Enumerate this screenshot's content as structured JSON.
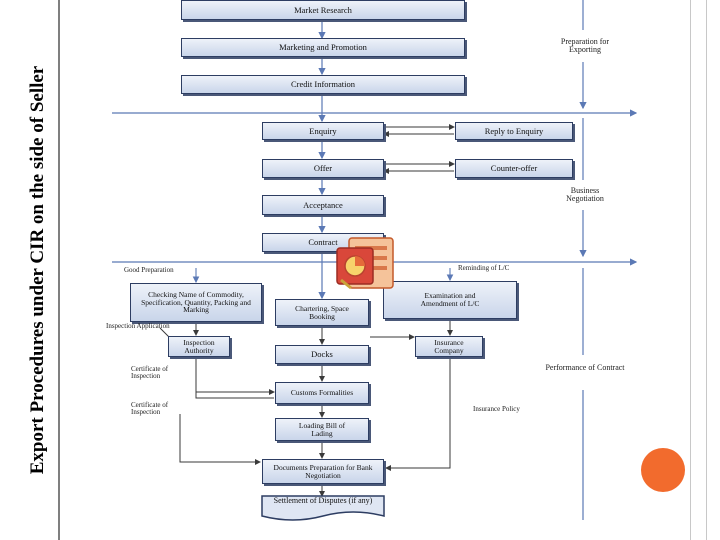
{
  "side_title": "Export Procedures under CIR on the side of Seller",
  "boxes": {
    "market_research": "Market Research",
    "marketing_promotion": "Marketing and Promotion",
    "credit_information": "Credit Information",
    "enquiry": "Enquiry",
    "reply_to_enquiry": "Reply to Enquiry",
    "offer": "Offer",
    "counter_offer": "Counter-offer",
    "acceptance": "Acceptance",
    "contract": "Contract",
    "checking_name": "Checking Name of Commodity, Specification, Quantity, Packing and Marking",
    "chartering": "Chartering, Space Booking",
    "examination_lc": "Examination and Amendment of L/C",
    "inspection_authority": "Inspection Authority",
    "docks": "Docks",
    "insurance_company": "Insurance Company",
    "customs": "Customs Formalities",
    "loading": "Loading Bill of Lading",
    "documents_prep": "Documents Preparation for Bank Negotiation",
    "settlement": "Settlement of Disputes (if any)"
  },
  "labels": {
    "preparation_exporting": "Preparation for Exporting",
    "business_negotiation": "Business Negotiation",
    "performance_contract": "Performance of Contract",
    "good_preparation": "Good Preparation",
    "reminding_lc": "Reminding of L/C",
    "inspection_application": "Inspection Application",
    "certificate_inspection_1": "Certificate of Inspection",
    "certificate_inspection_2": "Certificate of Inspection",
    "insurance_policy": "Insurance Policy"
  },
  "colors": {
    "box_border": "#2d3d62",
    "arrow_blue": "#5b79b5",
    "dark_line": "#3a3a3a",
    "accent_orange": "#f26b2d"
  },
  "icons": {
    "presentation_icon": "powerpoint-logo-icon"
  }
}
